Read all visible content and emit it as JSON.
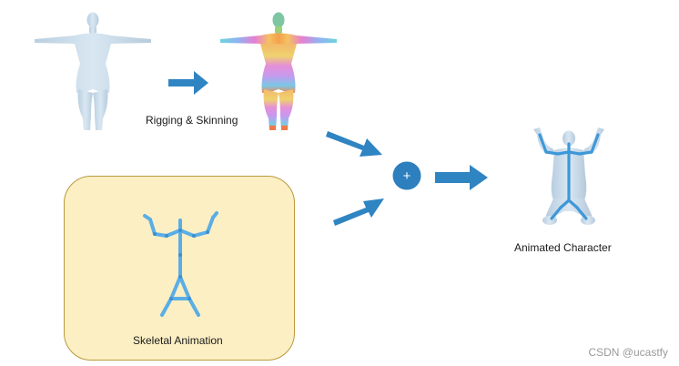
{
  "labels": {
    "rigging": "Rigging & Skinning",
    "skeletal": "Skeletal Animation",
    "animated": "Animated Character",
    "plus": "+"
  },
  "watermark": "CSDN @ucastfy",
  "colors": {
    "arrow": "#2f84c2",
    "plus_circle": "#2d7fbe",
    "body_mesh": "#cddde9",
    "skeleton": "#5aaee6",
    "panel_fill": "#fcefc4",
    "panel_border": "#b99a3d"
  },
  "icons": [
    "base-body-figure",
    "skinned-body-figure",
    "skeleton-figure",
    "animated-character-figure"
  ]
}
